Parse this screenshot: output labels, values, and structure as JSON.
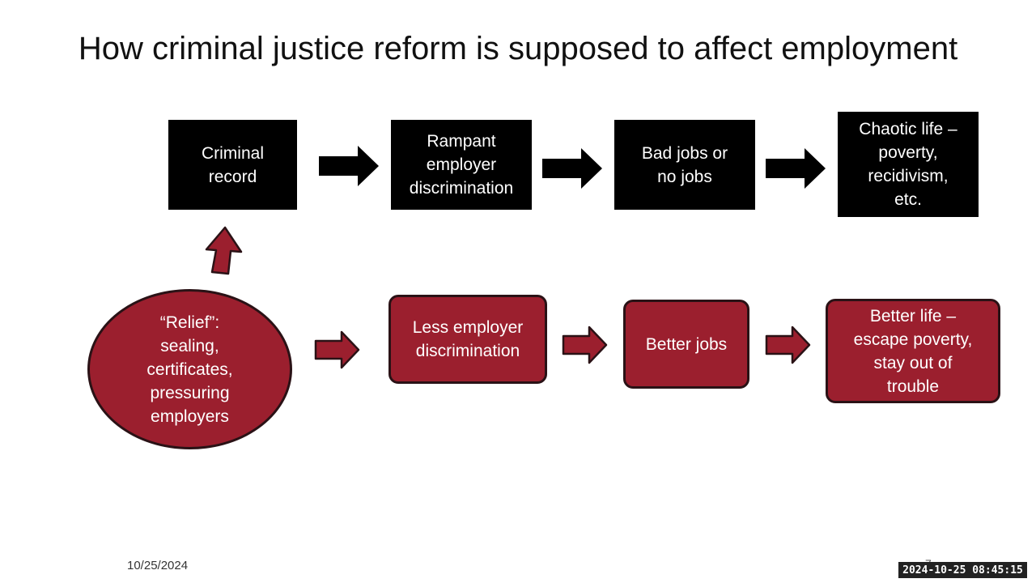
{
  "title": "How criminal justice reform is supposed to affect employment",
  "colors": {
    "black_node": "#000000",
    "red_node": "#9b1f2e",
    "outline": "#2a1216"
  },
  "top_row": [
    {
      "label": "Criminal\nrecord"
    },
    {
      "label": "Rampant\nemployer\ndiscrimination"
    },
    {
      "label": "Bad jobs or\nno jobs"
    },
    {
      "label": "Chaotic life –\npoverty,\nrecidivism,\netc."
    }
  ],
  "bottom_row": [
    {
      "label": "“Relief”:\nsealing,\ncertificates,\npressuring\nemployers"
    },
    {
      "label": "Less employer\ndiscrimination"
    },
    {
      "label": "Better jobs"
    },
    {
      "label": "Better life –\nescape poverty,\nstay out of\ntrouble"
    }
  ],
  "footer": {
    "date": "10/25/2024",
    "page_number": "7",
    "timestamp": "2024-10-25  08:45:15"
  }
}
